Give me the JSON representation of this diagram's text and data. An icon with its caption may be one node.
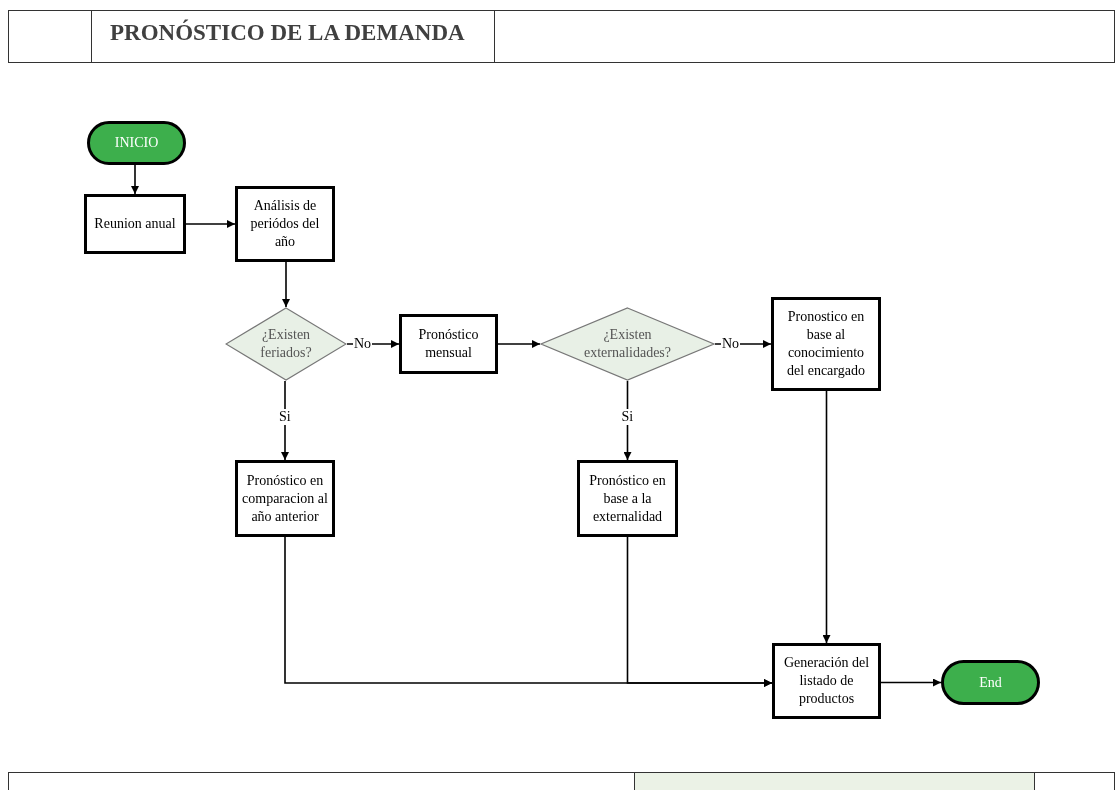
{
  "diagram": {
    "title": "PRONÓSTICO DE LA DEMANDA",
    "nodes": [
      {
        "text": [
          "INICIO"
        ]
      },
      {
        "text": [
          "Reunion anual"
        ]
      },
      {
        "text": [
          "Análisis de periódos del año"
        ]
      },
      {
        "text": [
          "¿Existen feriados?"
        ]
      },
      {
        "text": [
          "Pronóstico mensual"
        ]
      },
      {
        "text": [
          "¿Existen externalidades?"
        ]
      },
      {
        "text": [
          "Pronostico en base al conocimiento del encargado"
        ]
      },
      {
        "text": [
          "Pronóstico en comparacion al año anterior"
        ]
      },
      {
        "text": [
          "Pronóstico en base a la externalidad"
        ]
      },
      {
        "text": [
          "Generación del listado de productos"
        ]
      },
      {
        "text": [
          "End"
        ]
      }
    ],
    "edges": [
      {
        "from": 0,
        "to": 1,
        "arrow": "to"
      },
      {
        "from": 1,
        "to": 2,
        "arrow": "to"
      },
      {
        "from": 2,
        "to": 3,
        "arrow": "to"
      },
      {
        "from": 3,
        "to": 4,
        "arrow": "to",
        "label": "No"
      },
      {
        "from": 4,
        "to": 5,
        "arrow": "to"
      },
      {
        "from": 5,
        "to": 6,
        "arrow": "to",
        "label": "No"
      },
      {
        "from": 3,
        "to": 7,
        "arrow": "to",
        "label": "Si"
      },
      {
        "from": 5,
        "to": 8,
        "arrow": "to",
        "label": "Si"
      },
      {
        "from": 7,
        "to": 9,
        "arrow": "to"
      },
      {
        "from": 8,
        "to": 9,
        "arrow": "to"
      },
      {
        "from": 6,
        "to": 9,
        "arrow": "to"
      },
      {
        "from": 9,
        "to": 10,
        "arrow": "to"
      }
    ]
  }
}
